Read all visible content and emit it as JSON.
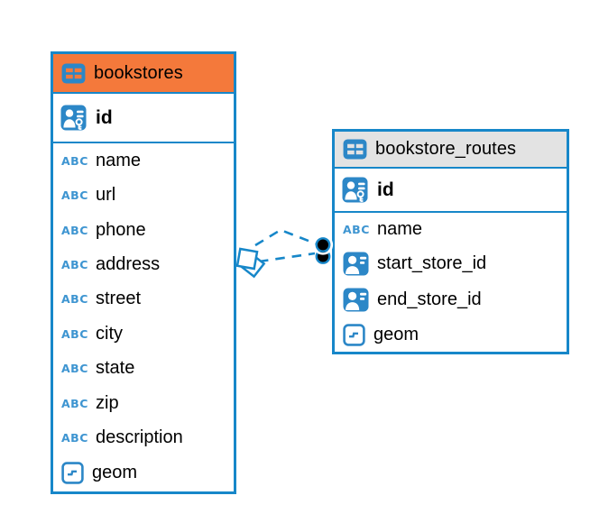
{
  "diagram": {
    "background": "#ffffff",
    "accent_blue": "#1787C9",
    "icon_blue": "#2C87C7",
    "orange_header": "#F4793B",
    "gray_header": "#E3E3E3"
  },
  "icons": {
    "text_type_glyph": "ABC"
  },
  "tables": [
    {
      "name": "bookstores",
      "header_color": "#F4793B",
      "columns": [
        {
          "name": "id",
          "type": "primary-key"
        },
        {
          "name": "name",
          "type": "text"
        },
        {
          "name": "url",
          "type": "text"
        },
        {
          "name": "phone",
          "type": "text"
        },
        {
          "name": "address",
          "type": "text"
        },
        {
          "name": "street",
          "type": "text"
        },
        {
          "name": "city",
          "type": "text"
        },
        {
          "name": "state",
          "type": "text"
        },
        {
          "name": "zip",
          "type": "text"
        },
        {
          "name": "description",
          "type": "text"
        },
        {
          "name": "geom",
          "type": "geometry"
        }
      ]
    },
    {
      "name": "bookstore_routes",
      "header_color": "#E3E3E3",
      "columns": [
        {
          "name": "id",
          "type": "primary-key"
        },
        {
          "name": "name",
          "type": "text"
        },
        {
          "name": "start_store_id",
          "type": "foreign-key"
        },
        {
          "name": "end_store_id",
          "type": "foreign-key"
        },
        {
          "name": "geom",
          "type": "geometry"
        }
      ]
    }
  ],
  "relationships": [
    {
      "from": "bookstores",
      "to": "bookstore_routes",
      "line_style": "dashed"
    },
    {
      "from": "bookstores",
      "to": "bookstore_routes",
      "line_style": "dashed"
    }
  ]
}
